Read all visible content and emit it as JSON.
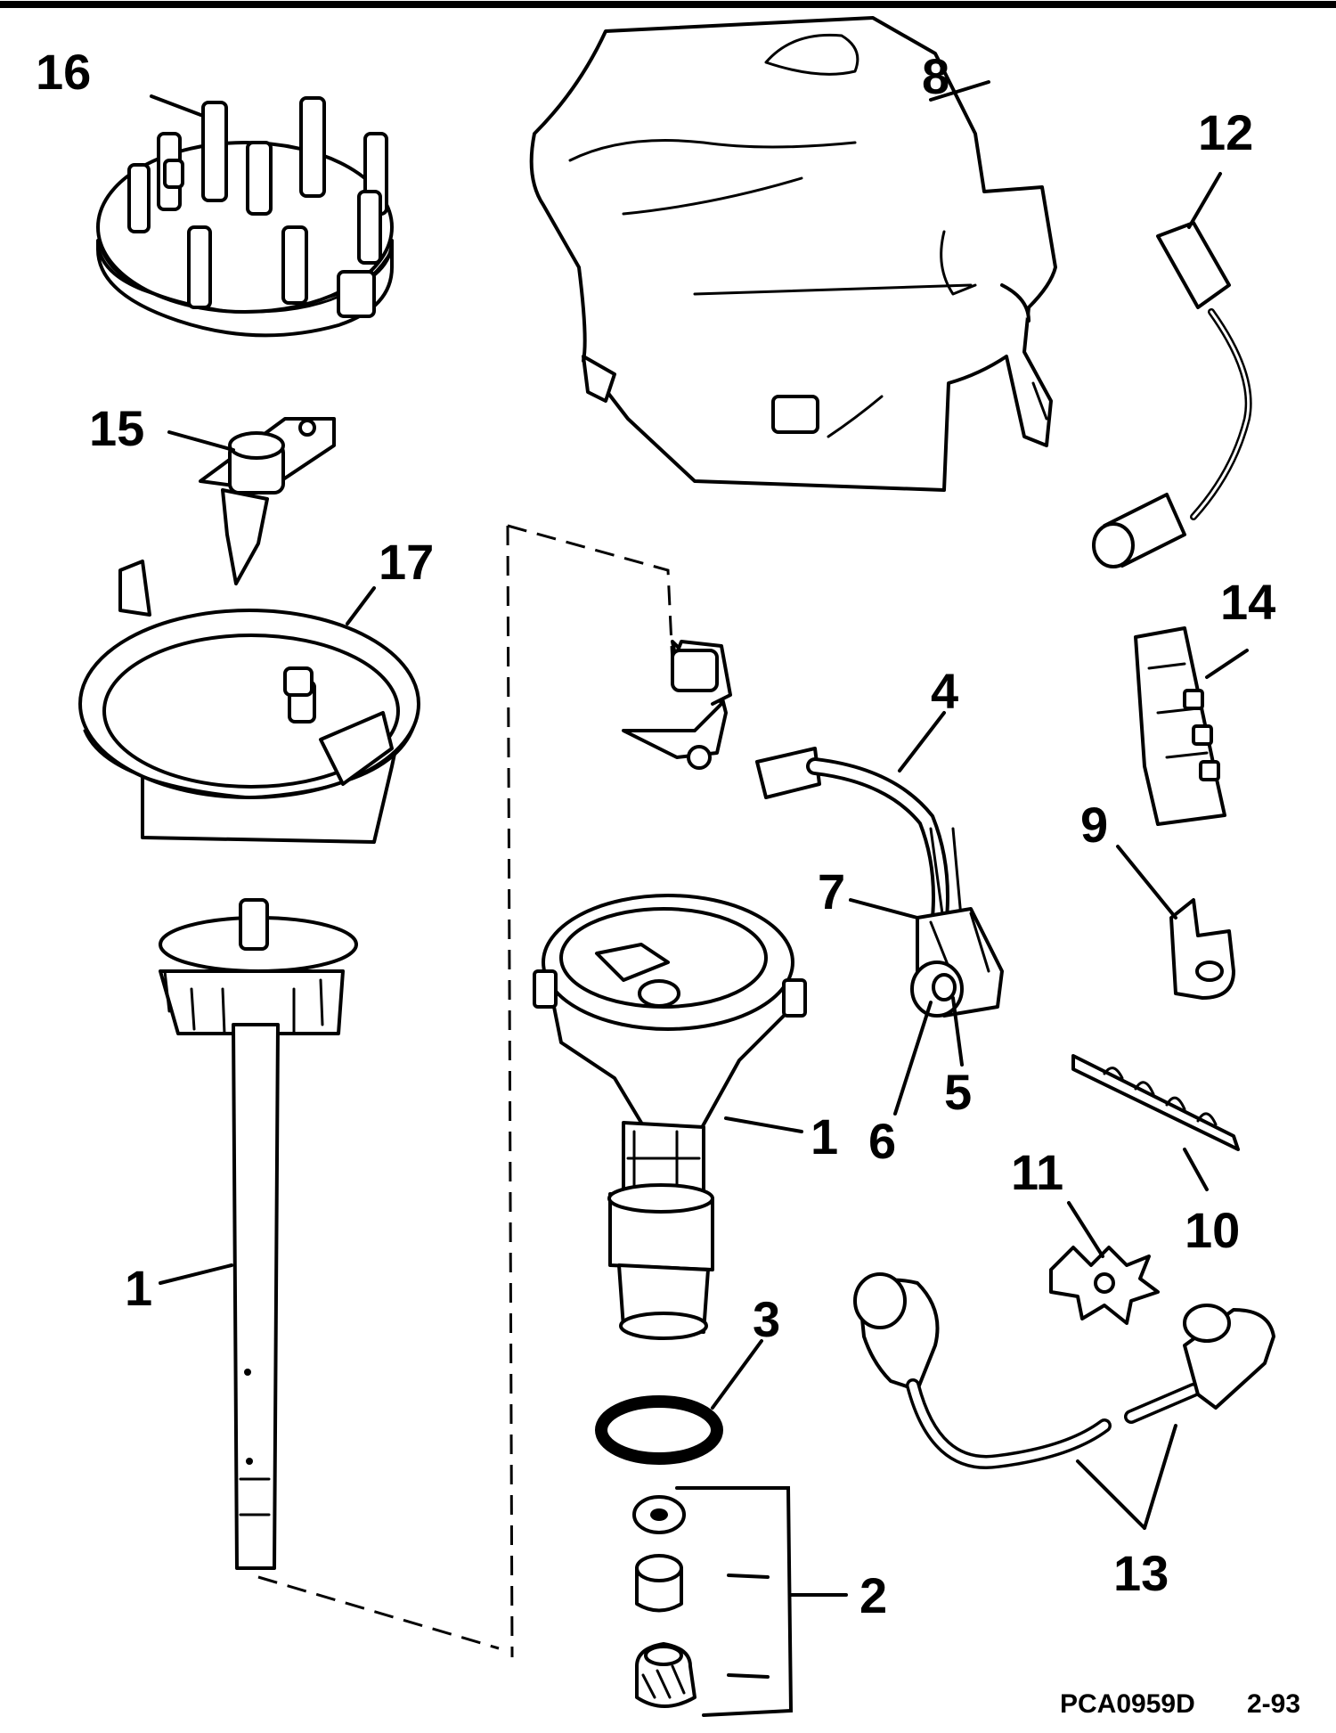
{
  "callouts": {
    "c1_shaft": "1",
    "c1_housing": "1",
    "c2": "2",
    "c3": "3",
    "c4": "4",
    "c5": "5",
    "c6": "6",
    "c7": "7",
    "c8": "8",
    "c9": "9",
    "c10": "10",
    "c11": "11",
    "c12": "12",
    "c13": "13",
    "c14": "14",
    "c15": "15",
    "c16": "16",
    "c17": "17"
  },
  "footer": {
    "figure_code": "PCA0959D",
    "page_ref": "2-93"
  }
}
